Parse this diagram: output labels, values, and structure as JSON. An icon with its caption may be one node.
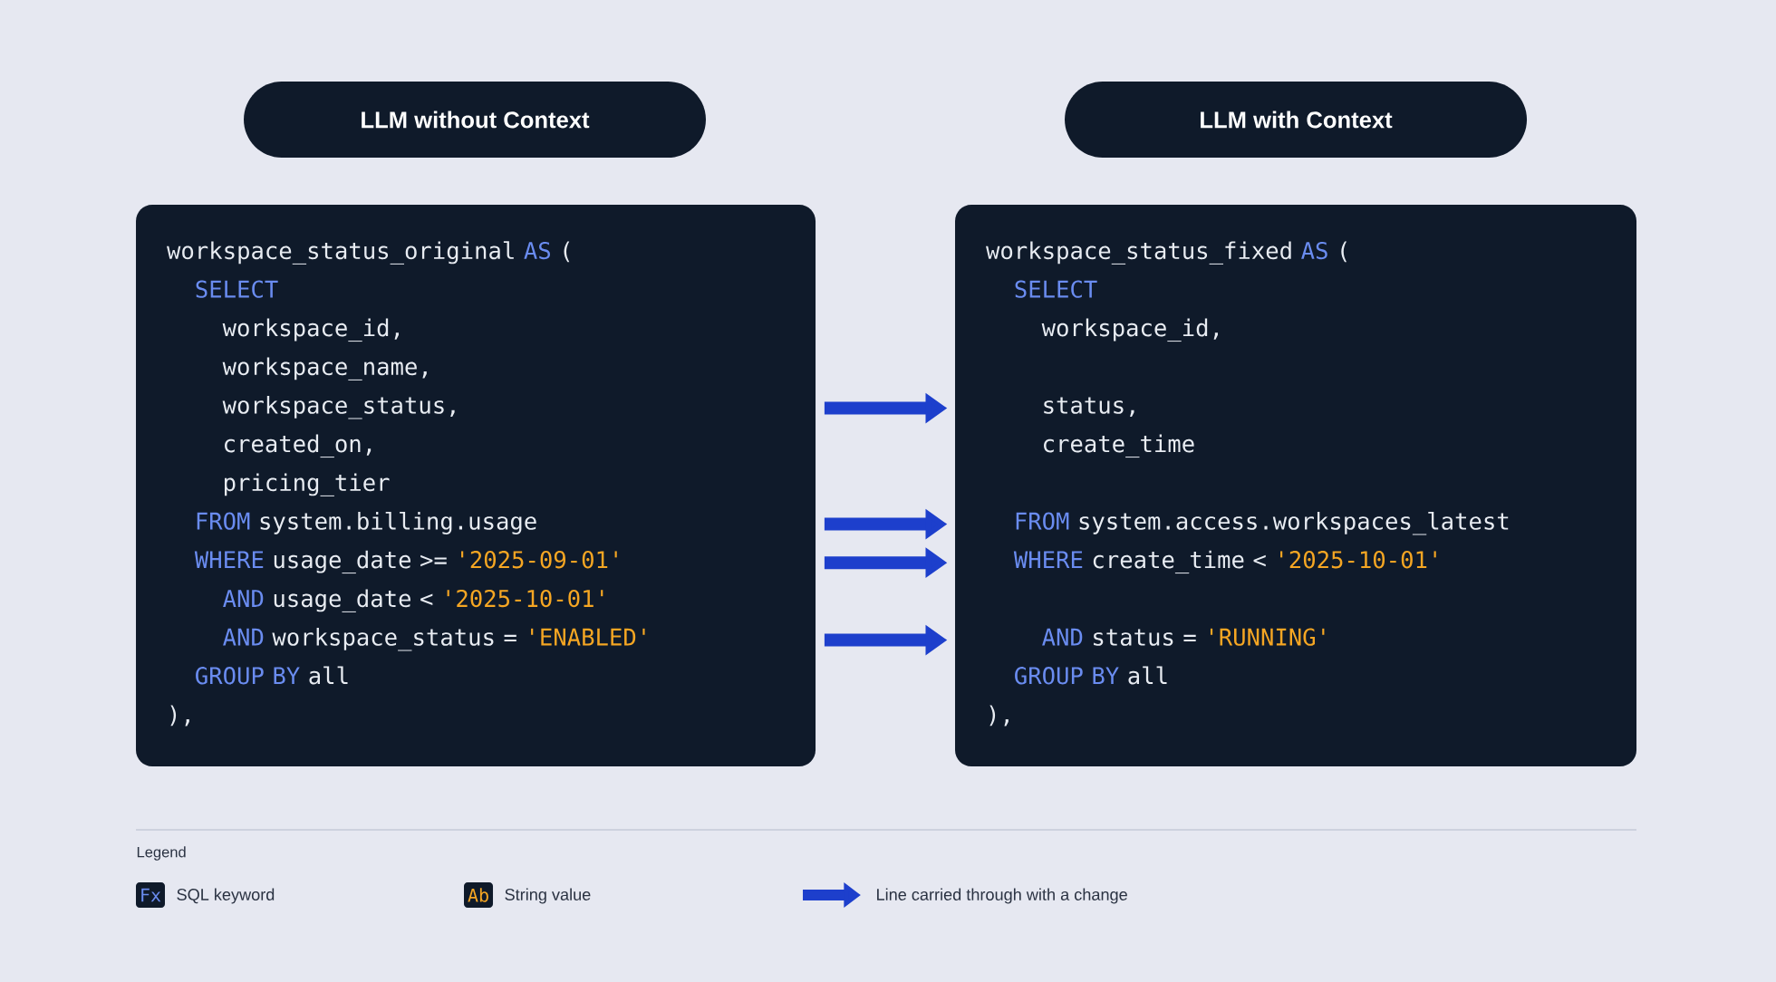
{
  "diagram": {
    "nodes": [
      {
        "text": [
          "LLM without Context"
        ]
      },
      {
        "text": [
          "LLM with Context"
        ]
      },
      {
        "text": [],
        "shape": "box"
      },
      {
        "text": [
          "workspace_status_original",
          "AS",
          "("
        ],
        "in": 2
      },
      {
        "text": [
          "SELECT"
        ],
        "in": 2
      },
      {
        "text": [
          "workspace_id,"
        ],
        "in": 2
      },
      {
        "text": [
          "workspace_name,"
        ],
        "in": 2
      },
      {
        "text": [
          "workspace_status,"
        ],
        "in": 2
      },
      {
        "text": [
          "created_on,"
        ],
        "in": 2
      },
      {
        "text": [
          "pricing_tier"
        ],
        "in": 2
      },
      {
        "text": [
          "FROM",
          "system.billing.usage"
        ],
        "in": 2
      },
      {
        "text": [
          "WHERE",
          "usage_date >=",
          "'2025-09-01'"
        ],
        "in": 2
      },
      {
        "text": [
          "AND",
          "usage_date <",
          "'2025-10-01'"
        ],
        "in": 2
      },
      {
        "text": [
          "AND",
          "workspace_status =",
          "'ENABLED'"
        ],
        "in": 2
      },
      {
        "text": [
          "GROUP BY",
          "all"
        ],
        "in": 2
      },
      {
        "text": [
          "),"
        ],
        "in": 2
      },
      {
        "text": [],
        "shape": "box"
      },
      {
        "text": [
          "workspace_status_fixed",
          "AS",
          "("
        ],
        "in": 16
      },
      {
        "text": [
          "SELECT"
        ],
        "in": 16
      },
      {
        "text": [
          "workspace_id,"
        ],
        "in": 16
      },
      {
        "text": [
          "status,"
        ],
        "in": 16
      },
      {
        "text": [
          "create_time"
        ],
        "in": 16
      },
      {
        "text": [
          "FROM",
          "system.access.workspaces_latest"
        ],
        "in": 16
      },
      {
        "text": [
          "WHERE",
          "create_time <",
          "'2025-10-01'"
        ],
        "in": 16
      },
      {
        "text": [
          "AND",
          "status =",
          "'RUNNING'"
        ],
        "in": 16
      },
      {
        "text": [
          "GROUP BY",
          "all"
        ],
        "in": 16
      },
      {
        "text": [
          "),"
        ],
        "in": 16
      }
    ],
    "edges": [
      {
        "from": 2,
        "to": 16,
        "arrow": "to"
      },
      {
        "from": 2,
        "to": 16,
        "arrow": "to"
      },
      {
        "from": 2,
        "to": 16,
        "arrow": "to"
      },
      {
        "from": 2,
        "to": 16,
        "arrow": "to"
      }
    ],
    "labels": [
      "Legend",
      "Fx",
      "Ab"
    ],
    "legend": [
      {
        "text": "SQL keyword"
      },
      {
        "text": "String value"
      },
      {
        "text": "Line carried through with a change"
      }
    ]
  }
}
